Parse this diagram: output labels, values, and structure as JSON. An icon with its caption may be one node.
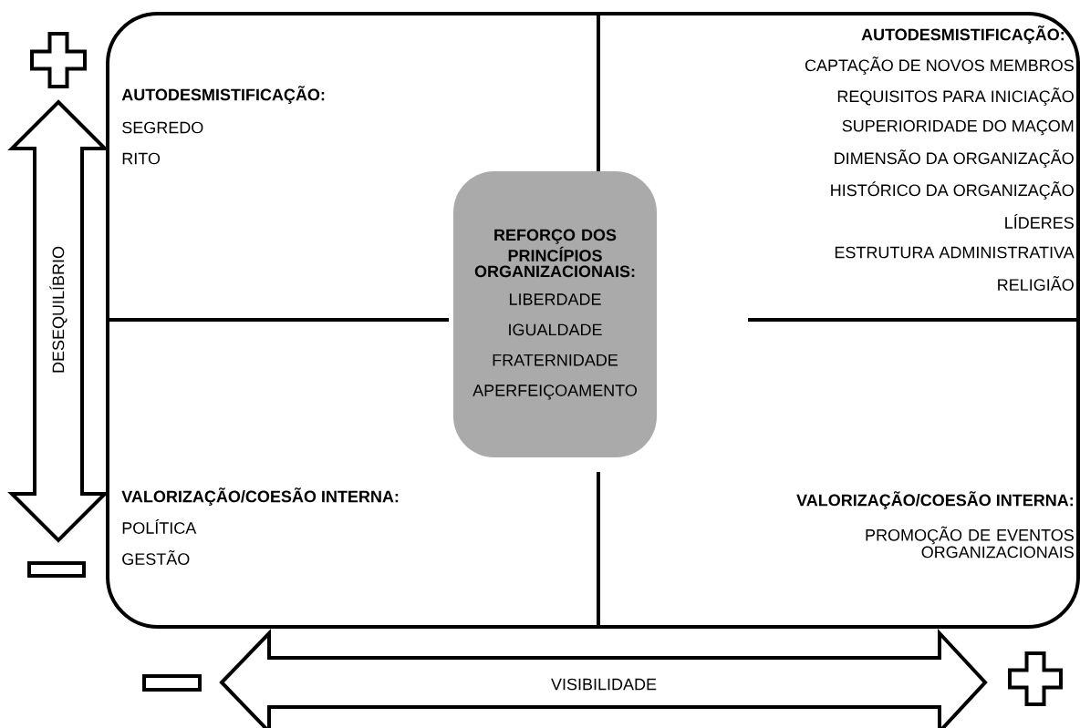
{
  "diagram": {
    "nodes": [
      {
        "text": [
          "AUTODESMISTIFICAÇÃO:",
          "SEGREDO",
          "RITO",
          "AUTODESMISTIFICAÇÃO:",
          "CAPTAÇÃO DE NOVOS MEMBROS",
          "REQUISITOS PARA INICIAÇÃO",
          "SUPERIORIDADE DO MAÇOM",
          "DIMENSÃO DA ORGANIZAÇÃO",
          "HISTÓRICO DA ORGANIZAÇÃO",
          "LÍDERES",
          "ESTRUTURA ADMINISTRATIVA",
          "RELIGIÃO",
          "VALORIZAÇÃO/COESÃO INTERNA:",
          "POLÍTICA",
          "GESTÃO",
          "VALORIZAÇÃO/COESÃO INTERNA:",
          "PROMOÇÃO DE EVENTOS ORGANIZACIONAIS"
        ]
      },
      {
        "text": [
          "REFORÇO DOS PRINCÍPIOS ORGANIZACIONAIS:",
          "LIBERDADE",
          "IGUALDADE",
          "FRATERNIDADE",
          "APERFEIÇOAMENTO"
        ],
        "in": 0
      },
      {
        "text": [
          "DESEQUILÍBRIO"
        ]
      },
      {
        "text": [
          "VISIBILIDADE"
        ]
      }
    ],
    "edges": []
  }
}
